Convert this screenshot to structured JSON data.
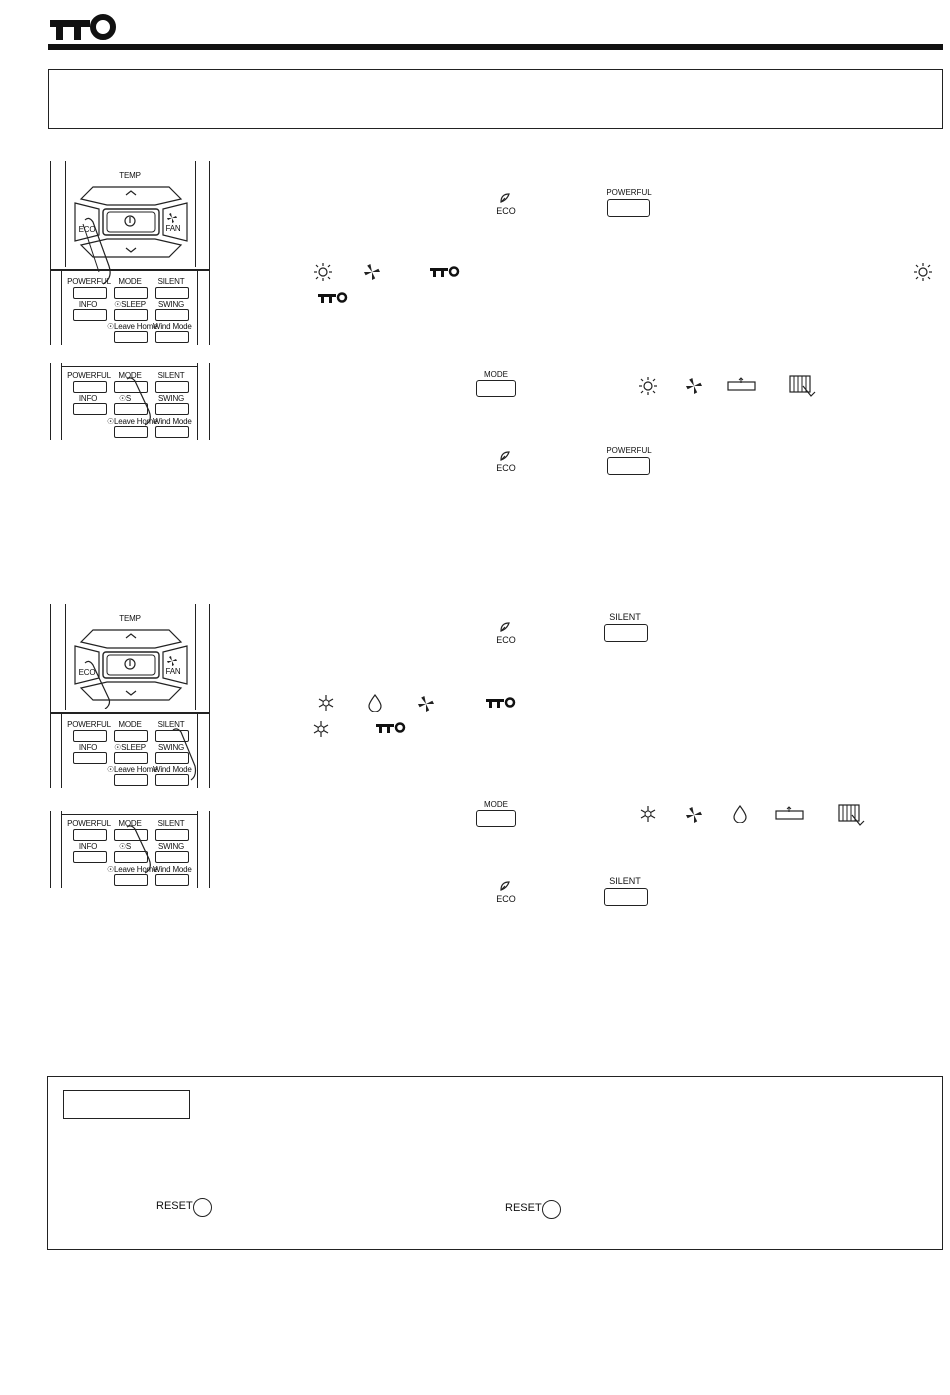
{
  "header": {
    "icon": "key-icon"
  },
  "remote_labels": {
    "temp": "TEMP",
    "eco": "ECO",
    "fan": "FAN",
    "powerful": "POWERFUL",
    "mode": "MODE",
    "silent": "SILENT",
    "info": "INFO",
    "sleep": "☉SLEEP",
    "swing": "SWING",
    "leave_home": "☉Leave Home",
    "wind_mode": "Wind Mode",
    "sleep_partial": "☉S"
  },
  "inline": {
    "eco": "ECO",
    "powerful": "POWERFUL",
    "mode": "MODE",
    "silent": "SILENT",
    "reset": "RESET"
  },
  "icons": [
    "sun-icon",
    "fan-icon",
    "key-icon",
    "snowflake-icon",
    "drop-icon",
    "wind-mode-icon",
    "filter-icon",
    "eco-leaf-icon",
    "power-icon"
  ],
  "colors": {
    "ink": "#111111",
    "border": "#222222",
    "background": "#ffffff"
  }
}
